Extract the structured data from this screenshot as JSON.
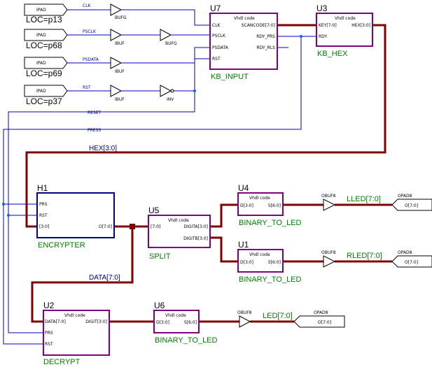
{
  "inputs": [
    {
      "pad": "IPAD",
      "loc": "LOC=p13",
      "net": "CLK",
      "buf": "BUFG"
    },
    {
      "pad": "IPAD",
      "loc": "LOC=p68",
      "net": "PSCLK",
      "buf": "IBUF",
      "buf2": "BUFG"
    },
    {
      "pad": "IPAD",
      "loc": "LOC=p69",
      "net": "PSDATA",
      "buf": "IBUF"
    },
    {
      "pad": "IPAD",
      "loc": "LOC=p37",
      "net": "RST",
      "buf": "IBUF",
      "buf2": "INV"
    }
  ],
  "nets": {
    "reset": "RESET",
    "press": "PRESS",
    "hex": "HEX[3:0]",
    "data": "DATA[7:0]"
  },
  "blocks": {
    "u7": {
      "ref": "U7",
      "name": "KB_INPUT",
      "type": "Vhdl code",
      "in": [
        "CLK",
        "PSCLK",
        "PSDATA",
        "RST"
      ],
      "out": [
        "SCANCODE[7:0]",
        "RDY_PRS",
        "RDY_RLS"
      ]
    },
    "u3": {
      "ref": "U3",
      "name": "KB_HEX",
      "type": "Vhdl code",
      "in": [
        "KEY[7:0]",
        "RDY"
      ],
      "out": [
        "HEX[3:0]"
      ]
    },
    "h1": {
      "ref": "H1",
      "name": "ENCRYPTER",
      "in": [
        "PRS",
        "RST",
        "[3:0]"
      ],
      "out": [
        "O[7:0]"
      ]
    },
    "u5": {
      "ref": "U5",
      "name": "SPLIT",
      "type": "Vhdl code",
      "in": [
        "[7:0]"
      ],
      "out": [
        "DIGITA[3:0]",
        "DIGITB[3:0]"
      ]
    },
    "u4": {
      "ref": "U4",
      "name": "BINARY_TO_LED",
      "type": "Vhdl code",
      "in": [
        "D[3:0]"
      ],
      "out": [
        "S[6:0]"
      ]
    },
    "u1": {
      "ref": "U1",
      "name": "BINARY_TO_LED",
      "type": "Vhdl code",
      "in": [
        "D[3:0]"
      ],
      "out": [
        "S[6:0]"
      ]
    },
    "u2": {
      "ref": "U2",
      "name": "DECRYPT",
      "type": "Vhdl code",
      "in": [
        "DATA[7:0]",
        "PRS",
        "RST"
      ],
      "out": [
        "DIGIT[3:0]"
      ]
    },
    "u6": {
      "ref": "U6",
      "name": "BINARY_TO_LED",
      "type": "Vhdl code",
      "in": [
        "D[3:0]"
      ],
      "out": [
        "S[6:0]"
      ]
    }
  },
  "outputs": [
    {
      "buf": "OBUF8",
      "net": "LLED[7:0]",
      "pad": "OPAD8",
      "pin": "O[7:0]"
    },
    {
      "buf": "OBUF8",
      "net": "RLED[7:0]",
      "pad": "OPAD8",
      "pin": "O[7:0]"
    },
    {
      "buf": "OBUF8",
      "net": "LED[7:0]",
      "pad": "OPAD8",
      "pin": "O[7:0]"
    }
  ],
  "colors": {
    "bus": "#800000",
    "wire": "#0000c0",
    "block": "#800080",
    "h1": "#000080",
    "label": "#008000"
  }
}
